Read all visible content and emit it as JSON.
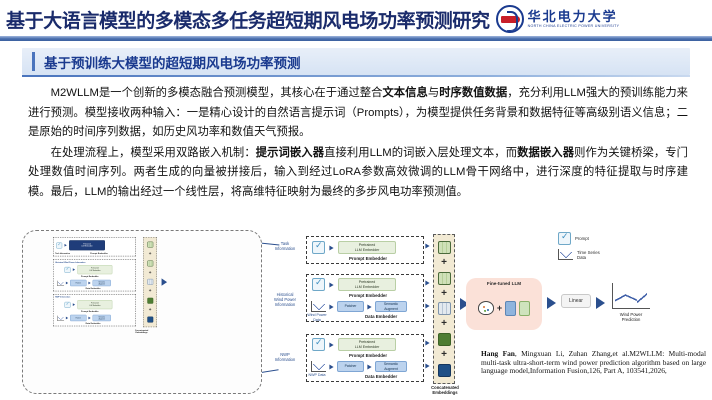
{
  "header": {
    "title": "基于大语言模型的多模态多任务超短期风电场功率预测研究",
    "logo_cn": "华北电力大学",
    "logo_en": "NORTH CHINA ELECTRIC POWER UNIVERSITY"
  },
  "section": {
    "title": "基于预训练大模型的超短期风电场功率预测"
  },
  "body": {
    "paragraph1_a": "M2WLLM是一个创新的多模态融合预测模型，其核心在于通过整合",
    "paragraph1_b1": "文本信息",
    "paragraph1_c": "与",
    "paragraph1_b2": "时序数值数据",
    "paragraph1_d": "，充分利用LLM强大的预训练能力来进行预测。模型接收两种输入：一是精心设计的自然语言提示词（Prompts），为模型提供任务背景和数据特征等高级别语义信息；二是原始的时间序列数据，如历史风功率和数值天气预报。",
    "paragraph2_a": "在处理流程上，模型采用双路嵌入机制：",
    "paragraph2_b1": "提示词嵌入器",
    "paragraph2_c": "直接利用LLM的词嵌入层处理文本，而",
    "paragraph2_b2": "数据嵌入器",
    "paragraph2_d": "则作为关键桥梁，专门处理数值时间序列。两者生成的向量被拼接后，输入到经过LoRA参数高效微调的LLM骨干网络中，进行深度的特征提取与时序建模。最后，LLM的输出经过一个线性层，将高维特征映射为最终的多步风电功率预测值。"
  },
  "figure": {
    "inputs": {
      "task": "Task\nInformation",
      "historical": "Historical\nWind Power\nInformation",
      "nwp": "NWP\nInformation"
    },
    "blocks": {
      "pretrained_llm_embedder": "Pretrained\nLLM Embedder",
      "prompt_embedder": "Prompt Embedder",
      "data_embedder": "Data Embedder",
      "patcher": "Patcher",
      "semantic_augment": "Semantic\nAugment",
      "concatenated": "Concatenated\nEmbeddings",
      "fine_tuned_llm": "Fine-tuned LLM",
      "linear": "Linear",
      "wind_power_prediction": "Wind Power\nPrediction",
      "wind_power_data": "Wind Power\nData",
      "nwp_data": "NWP Data",
      "time_series_data": "Time Series Data"
    },
    "legend": [
      {
        "icon": "prompt-icon",
        "label": "Prompt"
      },
      {
        "icon": "time-series-icon",
        "label": "Time Series\nData"
      }
    ],
    "plus": "+"
  },
  "citation": {
    "authors_bold": "Hang Fan",
    "rest": ", Mingxuan Li, Zuhan Zhang,et al.M2WLLM: Multi-modal multi-task ultra-short-term wind power prediction algorithm based on large language model,Information Fusion,126, Part A, 103541,2026,"
  },
  "colors": {
    "header_blue": "#1a2b6b",
    "accent_blue": "#4a74bd",
    "section_bg": "#dfeaf7",
    "llm_green": "#e8f0df",
    "llm_dark": "#1f3d7a",
    "embed_blue": "#bcd3ee",
    "concat_beige": "#f2ead4",
    "ft_pink": "#fbe1d8",
    "logo_red": "#c81e28"
  }
}
